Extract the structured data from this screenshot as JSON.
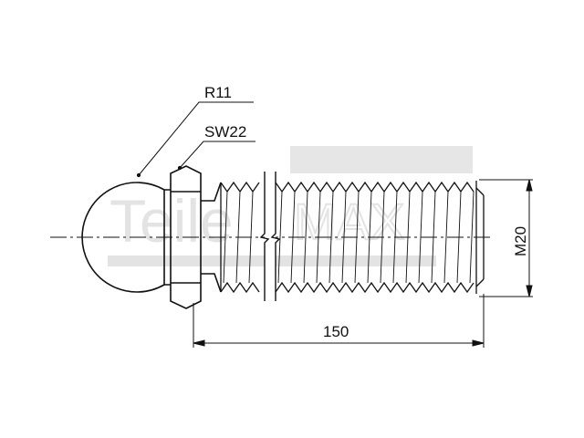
{
  "drawing": {
    "labels": {
      "ball_radius": "R11",
      "hex_width": "SW22",
      "thread_size": "M20",
      "length": "150"
    },
    "watermark": {
      "text": "TeileMAX"
    },
    "colors": {
      "line": "#111111",
      "watermark": "#d9d9d9",
      "background": "#ffffff"
    }
  }
}
